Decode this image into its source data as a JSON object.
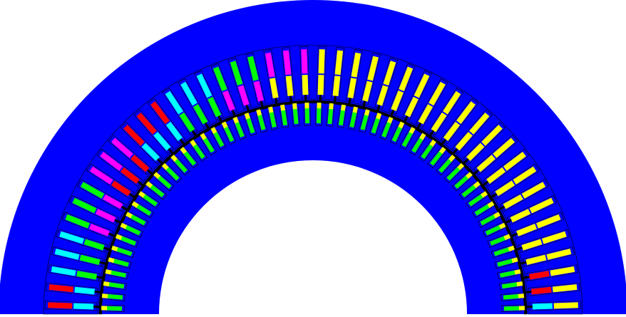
{
  "figure": {
    "kind": "half cross-section of a radial electric machine (stator and rotor with slot windings)",
    "background_color": "#FFFFFF",
    "iron_color": "#0000FF",
    "outline_color": "#000000",
    "air_gap_color": "#000000"
  },
  "phase_colors": {
    "A": "#FF0000",
    "B": "#FFFF00",
    "C": "#00FF00",
    "D": "#00FFFF",
    "E": "#FF00FF"
  },
  "stator": {
    "slot_count_visible": 46,
    "color_sequence": [
      "A",
      "A",
      "D",
      "D",
      "D",
      "C",
      "C",
      "C",
      "E",
      "E",
      "E",
      "A",
      "A",
      "A",
      "D",
      "D",
      "D",
      "C",
      "C",
      "C",
      "E",
      "E",
      "E",
      "B",
      "B",
      "B",
      "B",
      "B",
      "B",
      "B",
      "B",
      "B",
      "B",
      "B",
      "B",
      "B",
      "B",
      "B",
      "B",
      "B",
      "B",
      "B",
      "B",
      "B",
      "B",
      "B"
    ]
  },
  "rotor": {
    "slot_count_visible": 54,
    "bar_color": "#FFFF00"
  }
}
